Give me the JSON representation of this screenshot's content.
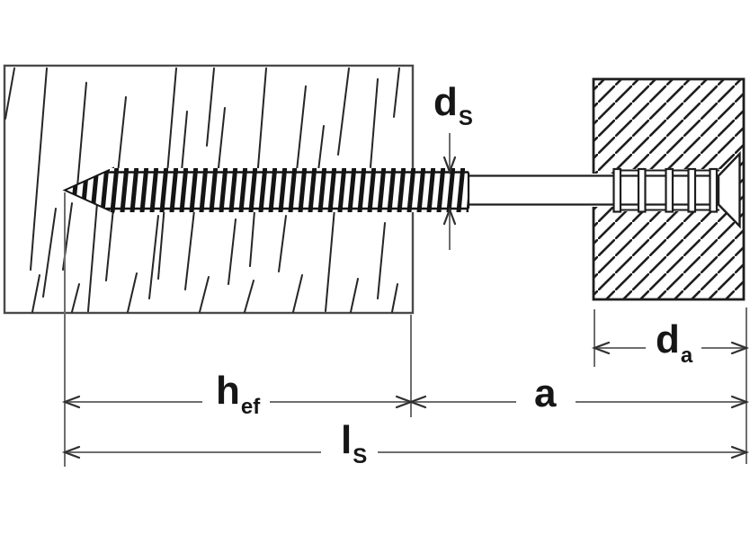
{
  "figure": {
    "description": "Technical installation diagram: countersunk wood screw driven through a hatched fixture part into a wood member, with dimension lines"
  },
  "colors": {
    "background": "#ffffff",
    "wood_outline": "#4a4a4a",
    "grain": "#262626",
    "fixture_outline": "#1e1e1e",
    "screw": "#141414",
    "dimension_line": "#6e6e6e",
    "arrowhead": "#2f2f2f",
    "label_text": "#161616"
  },
  "labels": {
    "screw_diameter": {
      "main": "d",
      "sub": "S"
    },
    "embedment_depth": {
      "main": "h",
      "sub": "ef"
    },
    "fixture_distance": {
      "main": "a",
      "sub": ""
    },
    "screw_length": {
      "main": "l",
      "sub": "S"
    },
    "fixture_hole": {
      "main": "d",
      "sub": "a"
    }
  }
}
